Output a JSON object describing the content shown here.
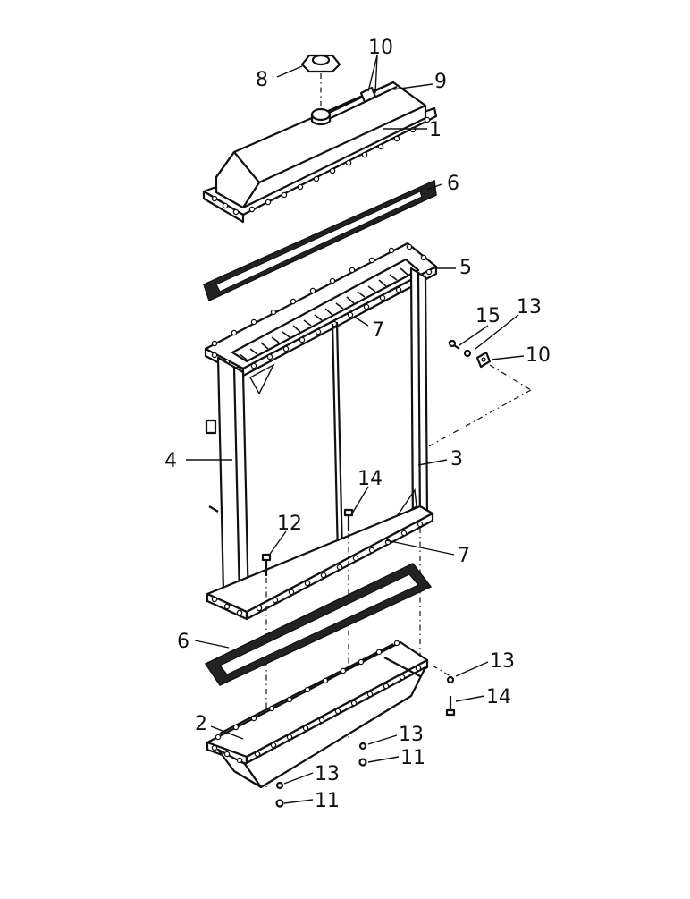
{
  "title": "",
  "callouts": {
    "c1": "1",
    "c2": "2",
    "c3": "3",
    "c4": "4",
    "c5": "5",
    "c6_top": "6",
    "c6_bottom": "6",
    "c7_top": "7",
    "c7_bottom": "7",
    "c8": "8",
    "c9": "9",
    "c10_top": "10",
    "c10_right": "10",
    "c11_center": "11",
    "c11_bottom": "11",
    "c12": "12",
    "c13_upper": "13",
    "c13_right": "13",
    "c13_center": "13",
    "c13_bottom": "13",
    "c14_mid": "14",
    "c14_right": "14",
    "c15": "15"
  }
}
